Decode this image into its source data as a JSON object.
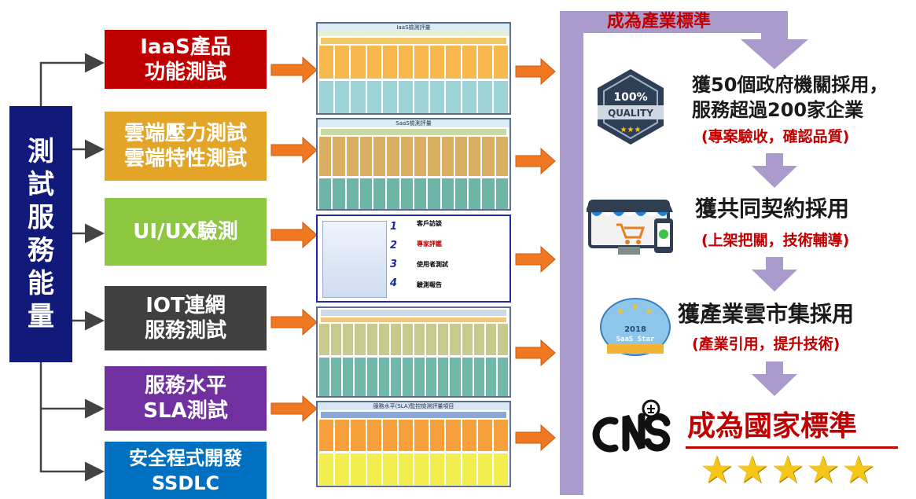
{
  "left_label": [
    "測",
    "試",
    "服",
    "務",
    "能",
    "量"
  ],
  "services": [
    {
      "label": "IaaS產品\n功能測試",
      "color": "#c00000"
    },
    {
      "label": "雲端壓力測試\n雲端特性測試",
      "color": "#e2a528"
    },
    {
      "label": "UI/UX驗測",
      "color": "#8dc63f"
    },
    {
      "label": "IOT連網\n服務測試",
      "color": "#404040"
    },
    {
      "label": "服務水平\nSLA測試",
      "color": "#7030a0"
    },
    {
      "label": "安全程式開發\nSSDLC",
      "color": "#0070c0"
    }
  ],
  "panels": {
    "iaas_title": "IaaS檢測評量",
    "saas_title": "SaaS檢測評量",
    "sla_title": "服務水平(SLA)監控檢測評量項目",
    "uiux_steps": [
      {
        "num": "1",
        "title": "客戶訪談"
      },
      {
        "num": "2",
        "title": "專家評鑑"
      },
      {
        "num": "3",
        "title": "使用者測試"
      },
      {
        "num": "4",
        "title": "驗測報告"
      }
    ]
  },
  "right": {
    "top_label": "成為產業標準",
    "step1_line1": "獲50個政府機關採用，",
    "step1_line2": "服務超過200家企業",
    "step1_sub": "(專案驗收，確認品質)",
    "step2_main": "獲共同契約採用",
    "step2_sub": "(上架把關，技術輔導)",
    "step3_main": "獲產業雲市集採用",
    "step3_sub": "(產業引用，提升技術)",
    "final": "成為國家標準",
    "badge_quality_pct": "100%",
    "badge_quality_word": "QUALITY",
    "badge_saas_year": "2018",
    "badge_saas_name": "SaaS Star",
    "star_count": 5
  },
  "colors": {
    "title_bg": "#111a7a",
    "arrow_orange": "#f07820",
    "arrow_lavender": "#ab9bcc",
    "red_text": "#c00000",
    "star_gold": "#f5c518"
  }
}
